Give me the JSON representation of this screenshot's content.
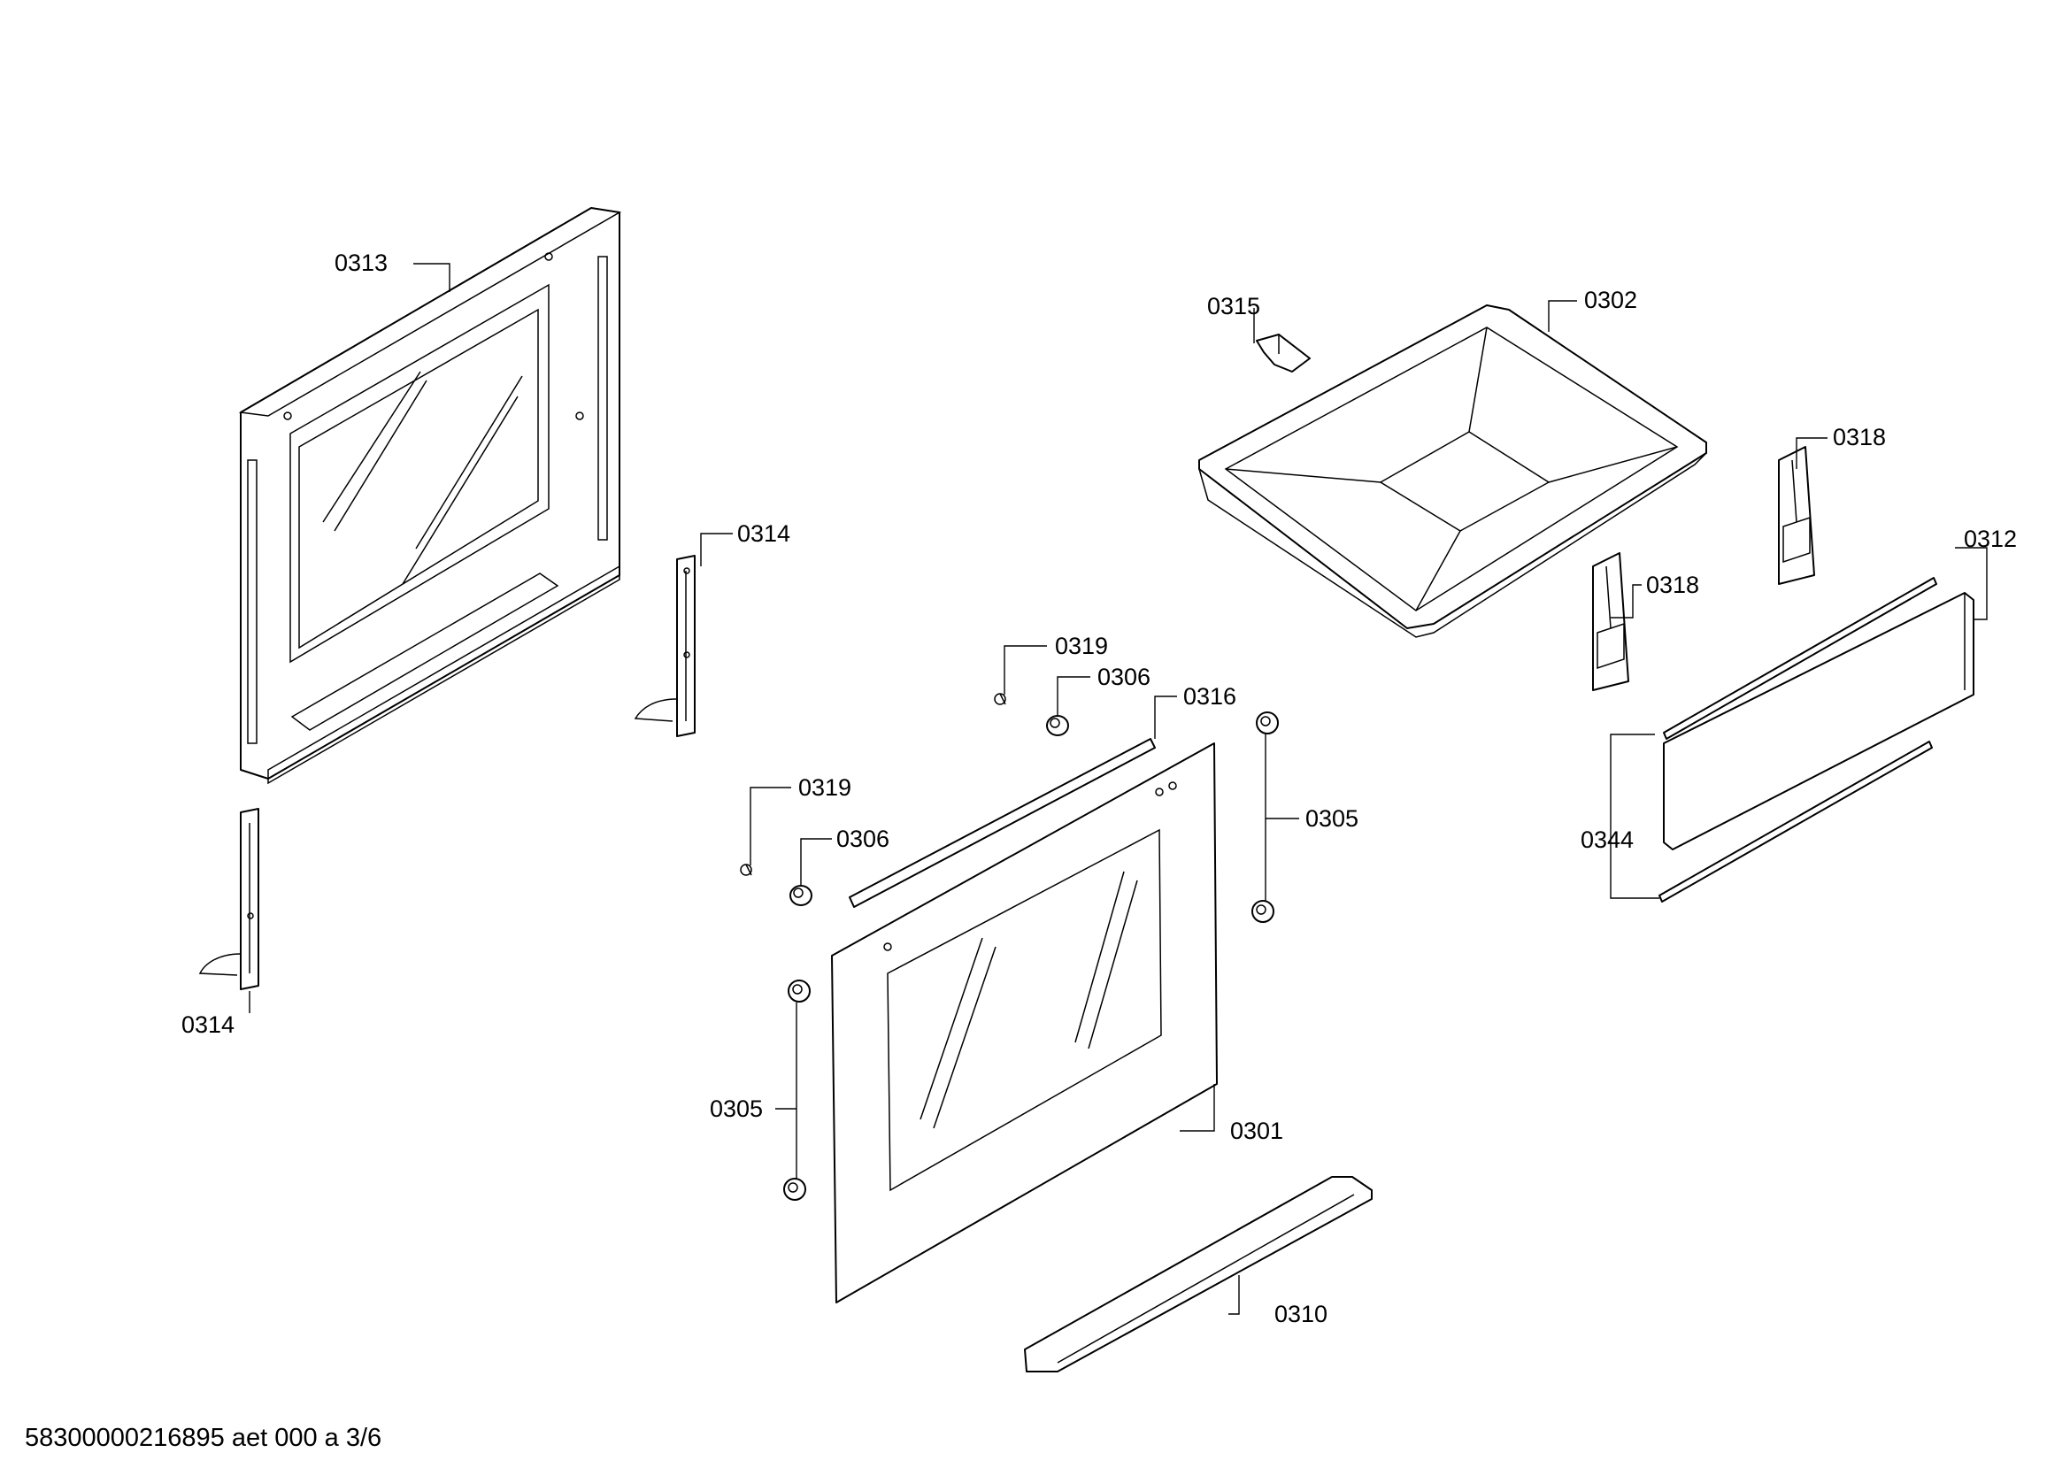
{
  "document_id": "58300000216895 aet 000 a 3/6",
  "callouts": {
    "door_inner_frame": "0313",
    "hinge_right": "0314",
    "hinge_left": "0314",
    "bracket_top": "0315",
    "drip_tray": "0302",
    "slide_upper": "0318",
    "slide_lower": "0318",
    "drawer_front": "0312",
    "drawer_seals": "0344",
    "screw_upper": "0319",
    "spacer_upper": "0306",
    "door_seal_strip": "0316",
    "screw_lower": "0319",
    "spacer_lower": "0306",
    "bushings_right": "0305",
    "bushings_left": "0305",
    "outer_door_glass": "0301",
    "door_handle": "0310"
  }
}
